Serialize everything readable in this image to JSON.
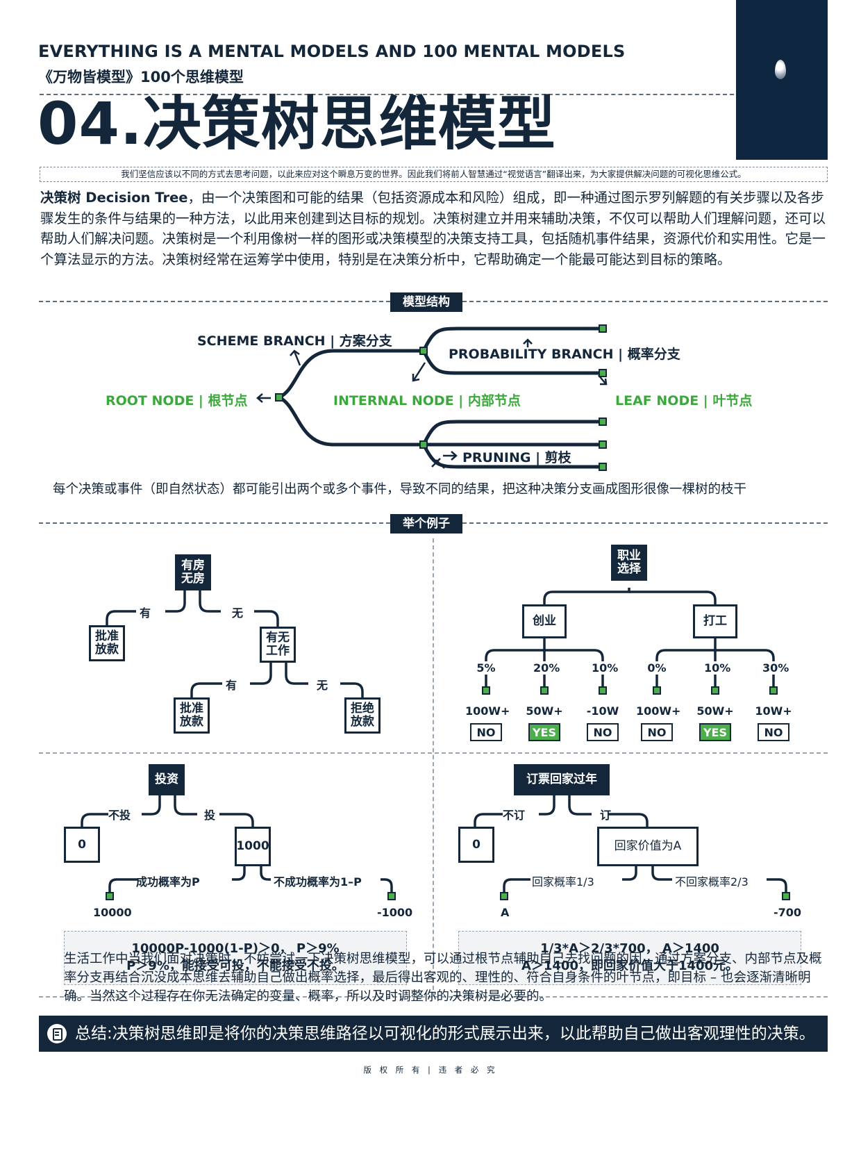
{
  "header": {
    "en_title": "EVERYTHING IS A MENTAL MODELS AND 100 MENTAL MODELS",
    "cn_subtitle": "《万物皆模型》100个思维模型",
    "big_title": "04.决策树思维模型",
    "tagline": "我们坚信应该以不同的方式去思考问题，以此来应对这个瞬息万变的世界。因此我们将前人智慧通过“视觉语言”翻译出来，为大家提供解决问题的可视化思维公式。"
  },
  "intro": {
    "term": "决策树 Decision Tree",
    "body": "，由一个决策图和可能的结果（包括资源成本和风险）组成，即一种通过图示罗列解题的有关步骤以及各步骤发生的条件与结果的一种方法，以此用来创建到达目标的规划。决策树建立并用来辅助决策，不仅可以帮助人们理解问题，还可以帮助人们解决问题。决策树是一个利用像树一样的图形或决策模型的决策支持工具，包括随机事件结果，资源代价和实用性。它是一个算法显示的方法。决策树经常在运筹学中使用，特别是在决策分析中，它帮助确定一个能最可能达到目标的策略。"
  },
  "structure": {
    "section_label": "模型结构",
    "scheme_branch": "SCHEME BRANCH | 方案分支",
    "probability_branch": "PROBABILITY BRANCH | 概率分支",
    "root_node": "ROOT NODE | 根节点",
    "internal_node": "INTERNAL NODE | 内部节点",
    "leaf_node": "LEAF NODE | 叶节点",
    "pruning": "PRUNING | 剪枝",
    "caption": "每个决策或事件（即自然状态）都可能引出两个或多个事件，导致不同的结果，把这种决策分支画成图形很像一棵树的枝干"
  },
  "examples": {
    "section_label": "举个例子",
    "house": {
      "root": "有房无房",
      "yes": "有",
      "no": "无",
      "left_leaf": "批准放款",
      "mid_node": "有无工作",
      "yes2": "有",
      "no2": "无",
      "leaf_approve": "批准放款",
      "leaf_reject": "拒绝放款"
    },
    "career": {
      "root": "职业选择",
      "branch_a": "创业",
      "branch_b": "打工",
      "leaves": [
        {
          "prob": "5%",
          "value": "100W+",
          "tag": "NO",
          "yes": false
        },
        {
          "prob": "20%",
          "value": "50W+",
          "tag": "YES",
          "yes": true
        },
        {
          "prob": "10%",
          "value": "-10W",
          "tag": "NO",
          "yes": false
        },
        {
          "prob": "0%",
          "value": "100W+",
          "tag": "NO",
          "yes": false
        },
        {
          "prob": "10%",
          "value": "50W+",
          "tag": "YES",
          "yes": true
        },
        {
          "prob": "30%",
          "value": "10W+",
          "tag": "NO",
          "yes": false
        }
      ]
    },
    "invest": {
      "root": "投资",
      "no_invest": "不投",
      "invest": "投",
      "left_value": "0",
      "mid_value": "1000",
      "success": "成功概率为P",
      "fail": "不成功概率为1–P",
      "leaf_success": "10000",
      "leaf_fail": "-1000",
      "formula_line1": "10000P-1000(1-P)＞0，  P＞9%",
      "formula_line2": "P＞9%，能接受可投，不能接受不投。"
    },
    "ticket": {
      "root": "订票回家过年",
      "no_book": "不订",
      "book": "订",
      "left_value": "0",
      "mid_value": "回家价值为A",
      "home": "回家概率1/3",
      "not_home": "不回家概率2/3",
      "leaf_home": "A",
      "leaf_not_home": "-700",
      "formula_line1": "1/3*A＞2/3*700，  A＞1400",
      "formula_line2": "A＞1400，即回家价值大于1400元。"
    }
  },
  "outro": "生活工作中当我们面对决策时，不妨尝试一下决策树思维模型，可以通过根节点辅助自己去找问题的因，通过方案分支、内部节点及概率分支再结合沉没成本思维去辅助自己做出概率选择，最后得出客观的、理性的、符合自身条件的叶节点，即目标 – 也会逐渐清晰明确。当然这个过程存在你无法确定的变量、概率，所以及时调整你的决策树是必要的。",
  "summary": "总结:决策树思维即是将你的决策思维路径以可视化的形式展示出来，以此帮助自己做出客观理性的决策。",
  "copyright": "版 权 所 有 | 违 者 必 究",
  "colors": {
    "navy": "#13263a",
    "green": "#3aa83a",
    "leaf_green": "#4cae4c"
  }
}
